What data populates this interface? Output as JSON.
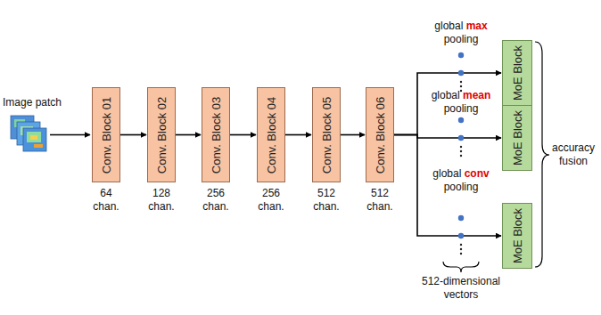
{
  "diagram": {
    "nodes": [
      {
        "text": [
          "Conv. Block 01"
        ]
      },
      {
        "text": [
          "Conv. Block 02"
        ]
      },
      {
        "text": [
          "Conv. Block 03"
        ]
      },
      {
        "text": [
          "Conv. Block 04"
        ]
      },
      {
        "text": [
          "Conv. Block 05"
        ]
      },
      {
        "text": [
          "Conv. Block 06"
        ]
      },
      {
        "text": [
          "MoE Block"
        ]
      },
      {
        "text": [
          "MoE Block"
        ]
      },
      {
        "text": [
          "MoE Block"
        ]
      }
    ],
    "edges": [
      {
        "from": 0,
        "to": 1,
        "arrow": "to"
      },
      {
        "from": 1,
        "to": 2,
        "arrow": "to"
      },
      {
        "from": 2,
        "to": 3,
        "arrow": "to"
      },
      {
        "from": 3,
        "to": 4,
        "arrow": "to"
      },
      {
        "from": 4,
        "to": 5,
        "arrow": "to"
      },
      {
        "from": 5,
        "to": 6,
        "arrow": "to"
      },
      {
        "from": 5,
        "to": 7,
        "arrow": "to"
      },
      {
        "from": 5,
        "to": 8,
        "arrow": "to"
      }
    ],
    "labels": [
      "Image patch",
      "64 chan.",
      "128 chan.",
      "256 chan.",
      "256 chan.",
      "512 chan.",
      "512 chan.",
      "global",
      "max",
      "pooling",
      "global",
      "mean",
      "pooling",
      "global",
      "conv",
      "pooling",
      "512-dimensional vectors",
      "accuracy fusion"
    ]
  }
}
